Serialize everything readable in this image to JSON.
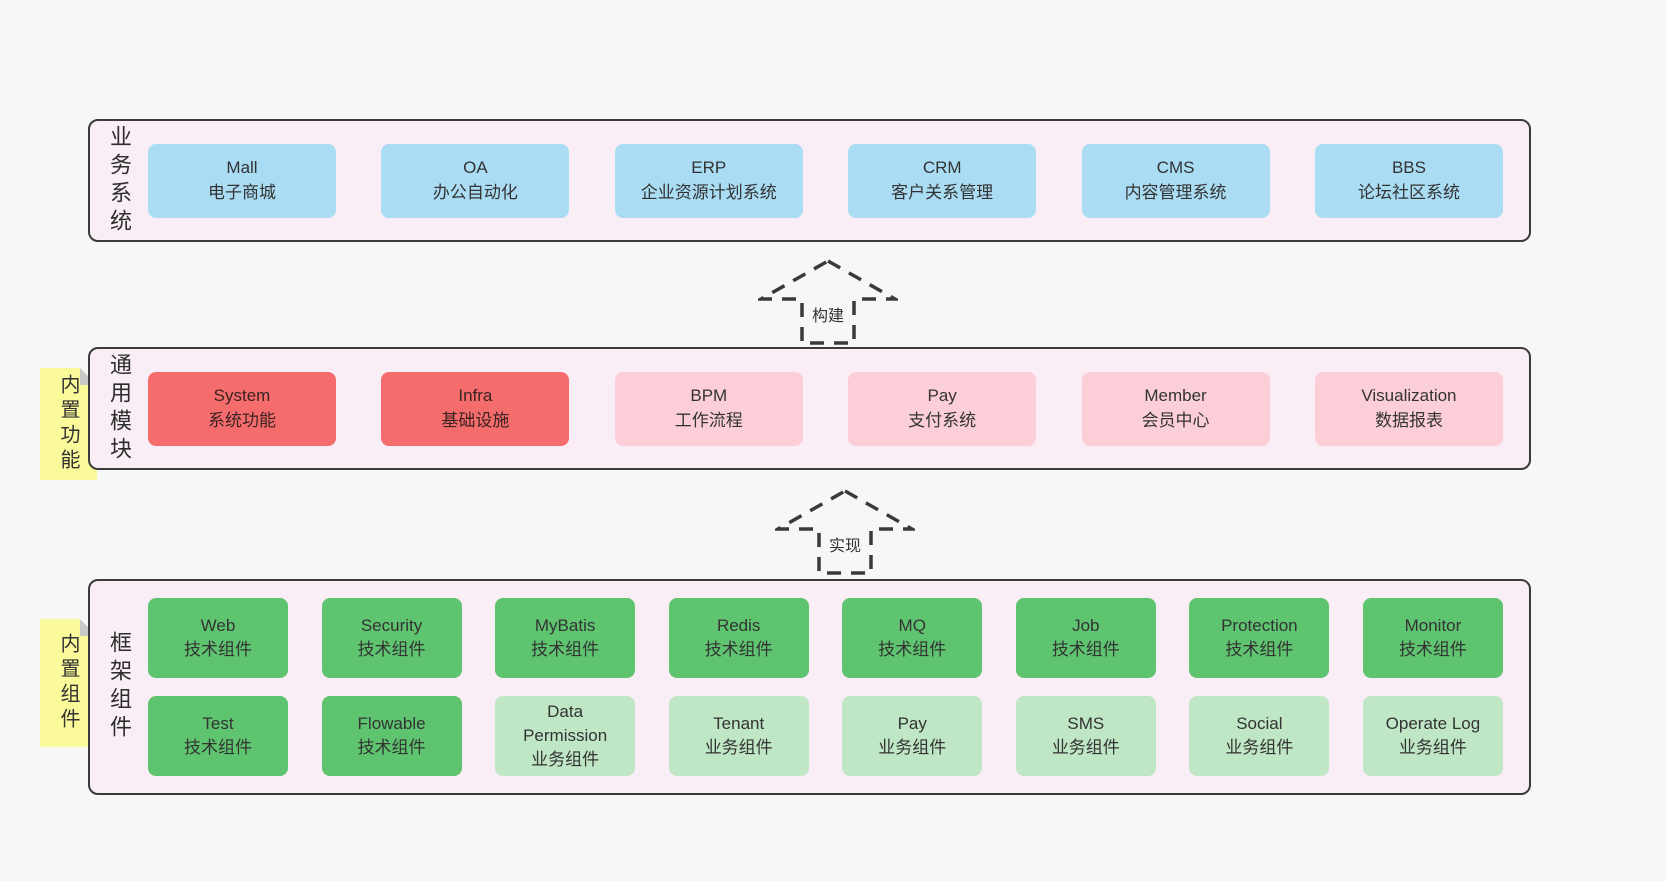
{
  "page": {
    "background": "#f7f7f7"
  },
  "colors": {
    "container_bg": "#f9edf6",
    "container_border": "#3a3a3a",
    "blue": "#aadcf4",
    "red": "#f56c6c",
    "pink": "#fccfd8",
    "green_dark": "#5ec46f",
    "green_light": "#bfe6c5",
    "note_yellow": "#fafa9b",
    "note_fold_gray": "#c9c9c9",
    "text": "#333333"
  },
  "arrows": [
    {
      "label": "构建"
    },
    {
      "label": "实现"
    }
  ],
  "sections": {
    "business": {
      "label": "业务系统",
      "boxes": [
        {
          "title": "Mall",
          "subtitle": "电子商城"
        },
        {
          "title": "OA",
          "subtitle": "办公自动化"
        },
        {
          "title": "ERP",
          "subtitle": "企业资源计划系统"
        },
        {
          "title": "CRM",
          "subtitle": "客户关系管理"
        },
        {
          "title": "CMS",
          "subtitle": "内容管理系统"
        },
        {
          "title": "BBS",
          "subtitle": "论坛社区系统"
        }
      ]
    },
    "modules": {
      "label": "通用模块",
      "note": "内置功能",
      "boxes": [
        {
          "title": "System",
          "subtitle": "系统功能"
        },
        {
          "title": "Infra",
          "subtitle": "基础设施"
        },
        {
          "title": "BPM",
          "subtitle": "工作流程"
        },
        {
          "title": "Pay",
          "subtitle": "支付系统"
        },
        {
          "title": "Member",
          "subtitle": "会员中心"
        },
        {
          "title": "Visualization",
          "subtitle": "数据报表"
        }
      ]
    },
    "framework": {
      "label": "框架组件",
      "note": "内置组件",
      "row1": [
        {
          "title": "Web",
          "subtitle": "技术组件"
        },
        {
          "title": "Security",
          "subtitle": "技术组件"
        },
        {
          "title": "MyBatis",
          "subtitle": "技术组件"
        },
        {
          "title": "Redis",
          "subtitle": "技术组件"
        },
        {
          "title": "MQ",
          "subtitle": "技术组件"
        },
        {
          "title": "Job",
          "subtitle": "技术组件"
        },
        {
          "title": "Protection",
          "subtitle": "技术组件"
        },
        {
          "title": "Monitor",
          "subtitle": "技术组件"
        }
      ],
      "row2": [
        {
          "title": "Test",
          "subtitle": "技术组件"
        },
        {
          "title": "Flowable",
          "subtitle": "技术组件"
        },
        {
          "title": "Data Permission",
          "subtitle": "业务组件"
        },
        {
          "title": "Tenant",
          "subtitle": "业务组件"
        },
        {
          "title": "Pay",
          "subtitle": "业务组件"
        },
        {
          "title": "SMS",
          "subtitle": "业务组件"
        },
        {
          "title": "Social",
          "subtitle": "业务组件"
        },
        {
          "title": "Operate Log",
          "subtitle": "业务组件"
        }
      ]
    }
  }
}
